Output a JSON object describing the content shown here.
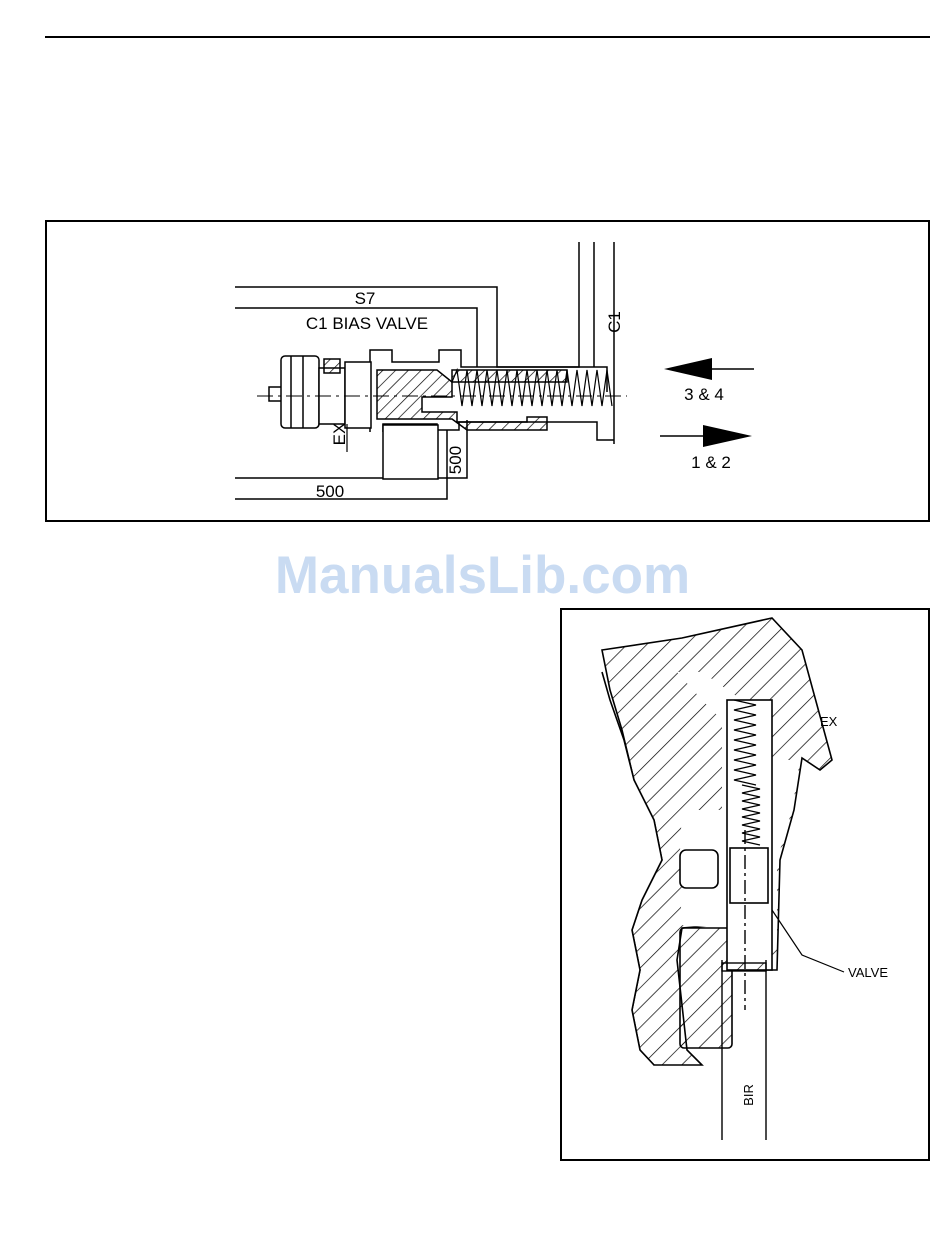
{
  "watermark": "ManualsLib.com",
  "figure_1": {
    "labels": {
      "s7": "S7",
      "valve_title": "C1 BIAS VALVE",
      "c1": "C1",
      "ex": "EX",
      "port_500_vertical": "500",
      "port_500_bottom": "500",
      "arrow_left_label": "3 & 4",
      "arrow_right_label": "1 & 2"
    }
  },
  "figure_2": {
    "labels": {
      "ex": "EX",
      "valve": "VALVE",
      "bir": "BIR"
    }
  }
}
